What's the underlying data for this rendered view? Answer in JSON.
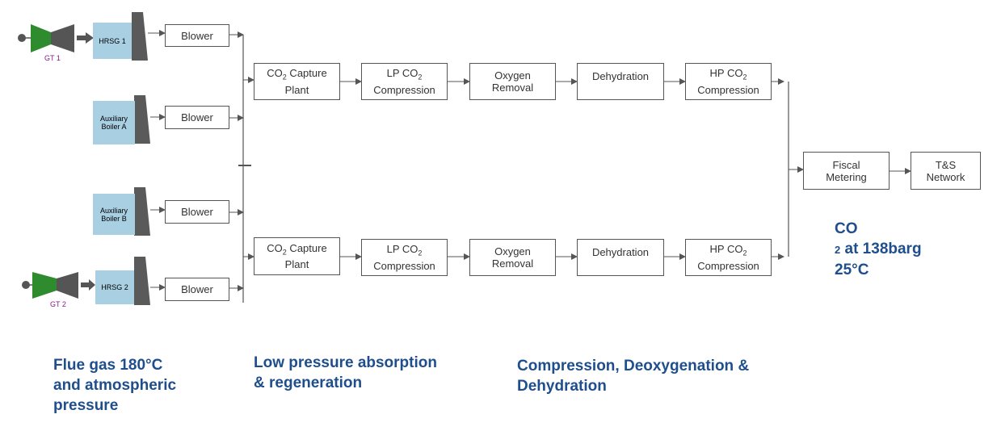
{
  "sources": {
    "gt1": "GT 1",
    "gt2": "GT 2",
    "hrsg1": "HRSG 1",
    "hrsg2": "HRSG 2",
    "boiler_a": [
      "Auxiliary",
      "Boiler A"
    ],
    "boiler_b": [
      "Auxiliary",
      "Boiler B"
    ]
  },
  "blower": "Blower",
  "train": {
    "capture": [
      "CO",
      "2",
      " Capture",
      "Plant"
    ],
    "lp": [
      "LP CO",
      "2",
      "Compression"
    ],
    "oxygen": [
      "Oxygen",
      "Removal"
    ],
    "dehydration": "Dehydration",
    "hp": [
      "HP CO",
      "2",
      "Compression"
    ]
  },
  "fiscal": [
    "Fiscal",
    "Metering"
  ],
  "ts": [
    "T&S",
    "Network"
  ],
  "annotations": {
    "co2": [
      "CO",
      "2",
      " at 138barg",
      "25°C"
    ],
    "flue": [
      "Flue gas 180°C",
      "and atmospheric",
      "pressure"
    ],
    "low": [
      "Low pressure absorption",
      "& regeneration"
    ],
    "comp": [
      "Compression, Deoxygenation &",
      "Dehydration"
    ]
  },
  "colors": {
    "line": "#555555",
    "box_border": "#555555",
    "turbine_green": "#2e8b2e",
    "turbine_dark": "#555555",
    "hrsg_blue": "#a9cfe3",
    "stack_gray": "#5a5a5a",
    "annotation_blue": "#1f4e8c",
    "gt_label": "#8b1a8b"
  }
}
